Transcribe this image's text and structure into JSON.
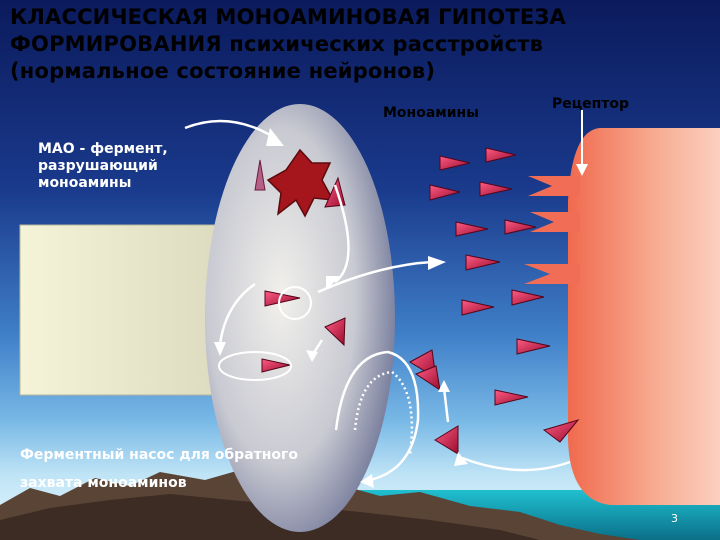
{
  "title": {
    "lines": [
      "КЛАССИЧЕСКАЯ МОНОАМИНОВАЯ ГИПОТЕЗА",
      "ФОРМИРОВАНИЯ психических расстройств",
      "(нормальное состояние нейронов)"
    ]
  },
  "labels": {
    "monoamines": "Моноамины",
    "receptor": "Рецептор",
    "mao": [
      "МАО - фермент,",
      "разрушающий",
      "моноамины"
    ],
    "pump": [
      "Ферментный насос для обратного",
      "захвата моноаминов"
    ]
  },
  "page_number": "3",
  "colors": {
    "monoamine": "#c0123a",
    "mao_enzyme": "#a0171b",
    "receptor": "#f07560",
    "postsynaptic_neuron": "#f6a58f",
    "presynaptic_neuron": "#d7d9de",
    "arrows": "#ffffff"
  },
  "icons": {
    "monoamine": "magenta-triangle",
    "mao": "star-shaped-enzyme",
    "arrows": "curved-white-arrow"
  }
}
